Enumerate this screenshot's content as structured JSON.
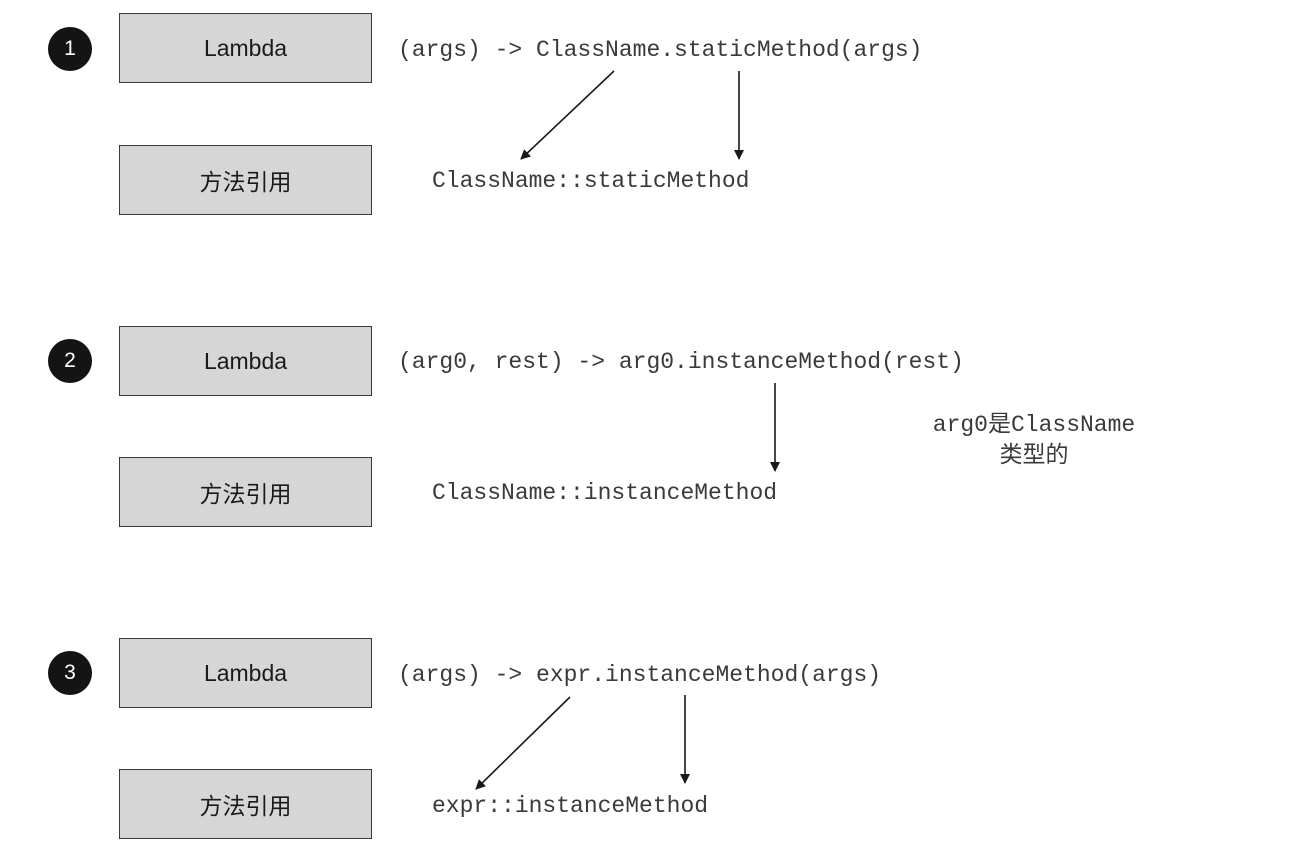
{
  "rows": [
    {
      "badge": "1",
      "lambda_label": "Lambda",
      "ref_label": "方法引用",
      "lambda_code": "(args) -> ClassName.staticMethod(args)",
      "ref_code": "ClassName::staticMethod"
    },
    {
      "badge": "2",
      "lambda_label": "Lambda",
      "ref_label": "方法引用",
      "lambda_code": "(arg0, rest) -> arg0.instanceMethod(rest)",
      "ref_code": "ClassName::instanceMethod",
      "note_line1_code": "arg0",
      "note_line1_cjk": "是",
      "note_line1_rest": "ClassName",
      "note_line2": "类型的"
    },
    {
      "badge": "3",
      "lambda_label": "Lambda",
      "ref_label": "方法引用",
      "lambda_code": "(args) -> expr.instanceMethod(args)",
      "ref_code": "expr::instanceMethod"
    }
  ],
  "colors": {
    "box_fill": "#d6d6d6",
    "badge_fill": "#141414",
    "text": "#3a3a3a"
  }
}
